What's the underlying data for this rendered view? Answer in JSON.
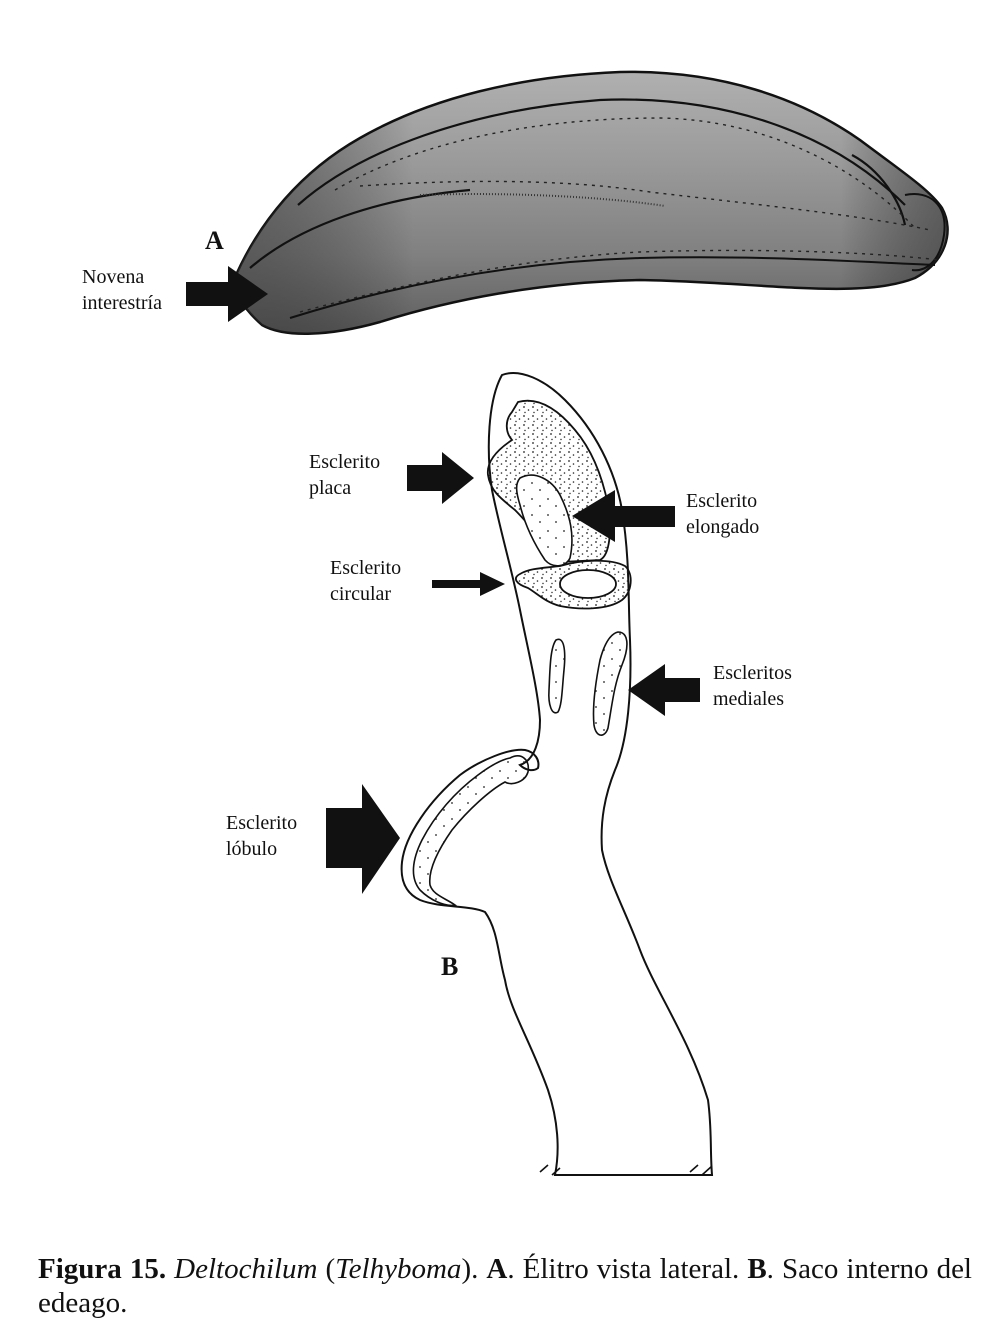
{
  "panel_a": {
    "letter": "A",
    "label_line1": "Novena",
    "label_line2": "interestría"
  },
  "panel_b": {
    "letter": "B",
    "placa_line1": "Esclerito",
    "placa_line2": "placa",
    "elongado_line1": "Esclerito",
    "elongado_line2": "elongado",
    "circular_line1": "Esclerito",
    "circular_line2": "circular",
    "mediales_line1": "Escleritos",
    "mediales_line2": "mediales",
    "lobulo_line1": "Esclerito",
    "lobulo_line2": "lóbulo"
  },
  "caption": {
    "fig": "Figura 15.",
    "genus": "Deltochilum",
    "paren_open": " (",
    "subgenus": "Telhyboma",
    "paren_close": "). ",
    "a": "A",
    "a_text": ". Élitro vista lateral. ",
    "b": "B",
    "b_text": ". Saco interno del edeago."
  },
  "colors": {
    "elytron_base": "#8a8a8a",
    "ink": "#111111"
  }
}
